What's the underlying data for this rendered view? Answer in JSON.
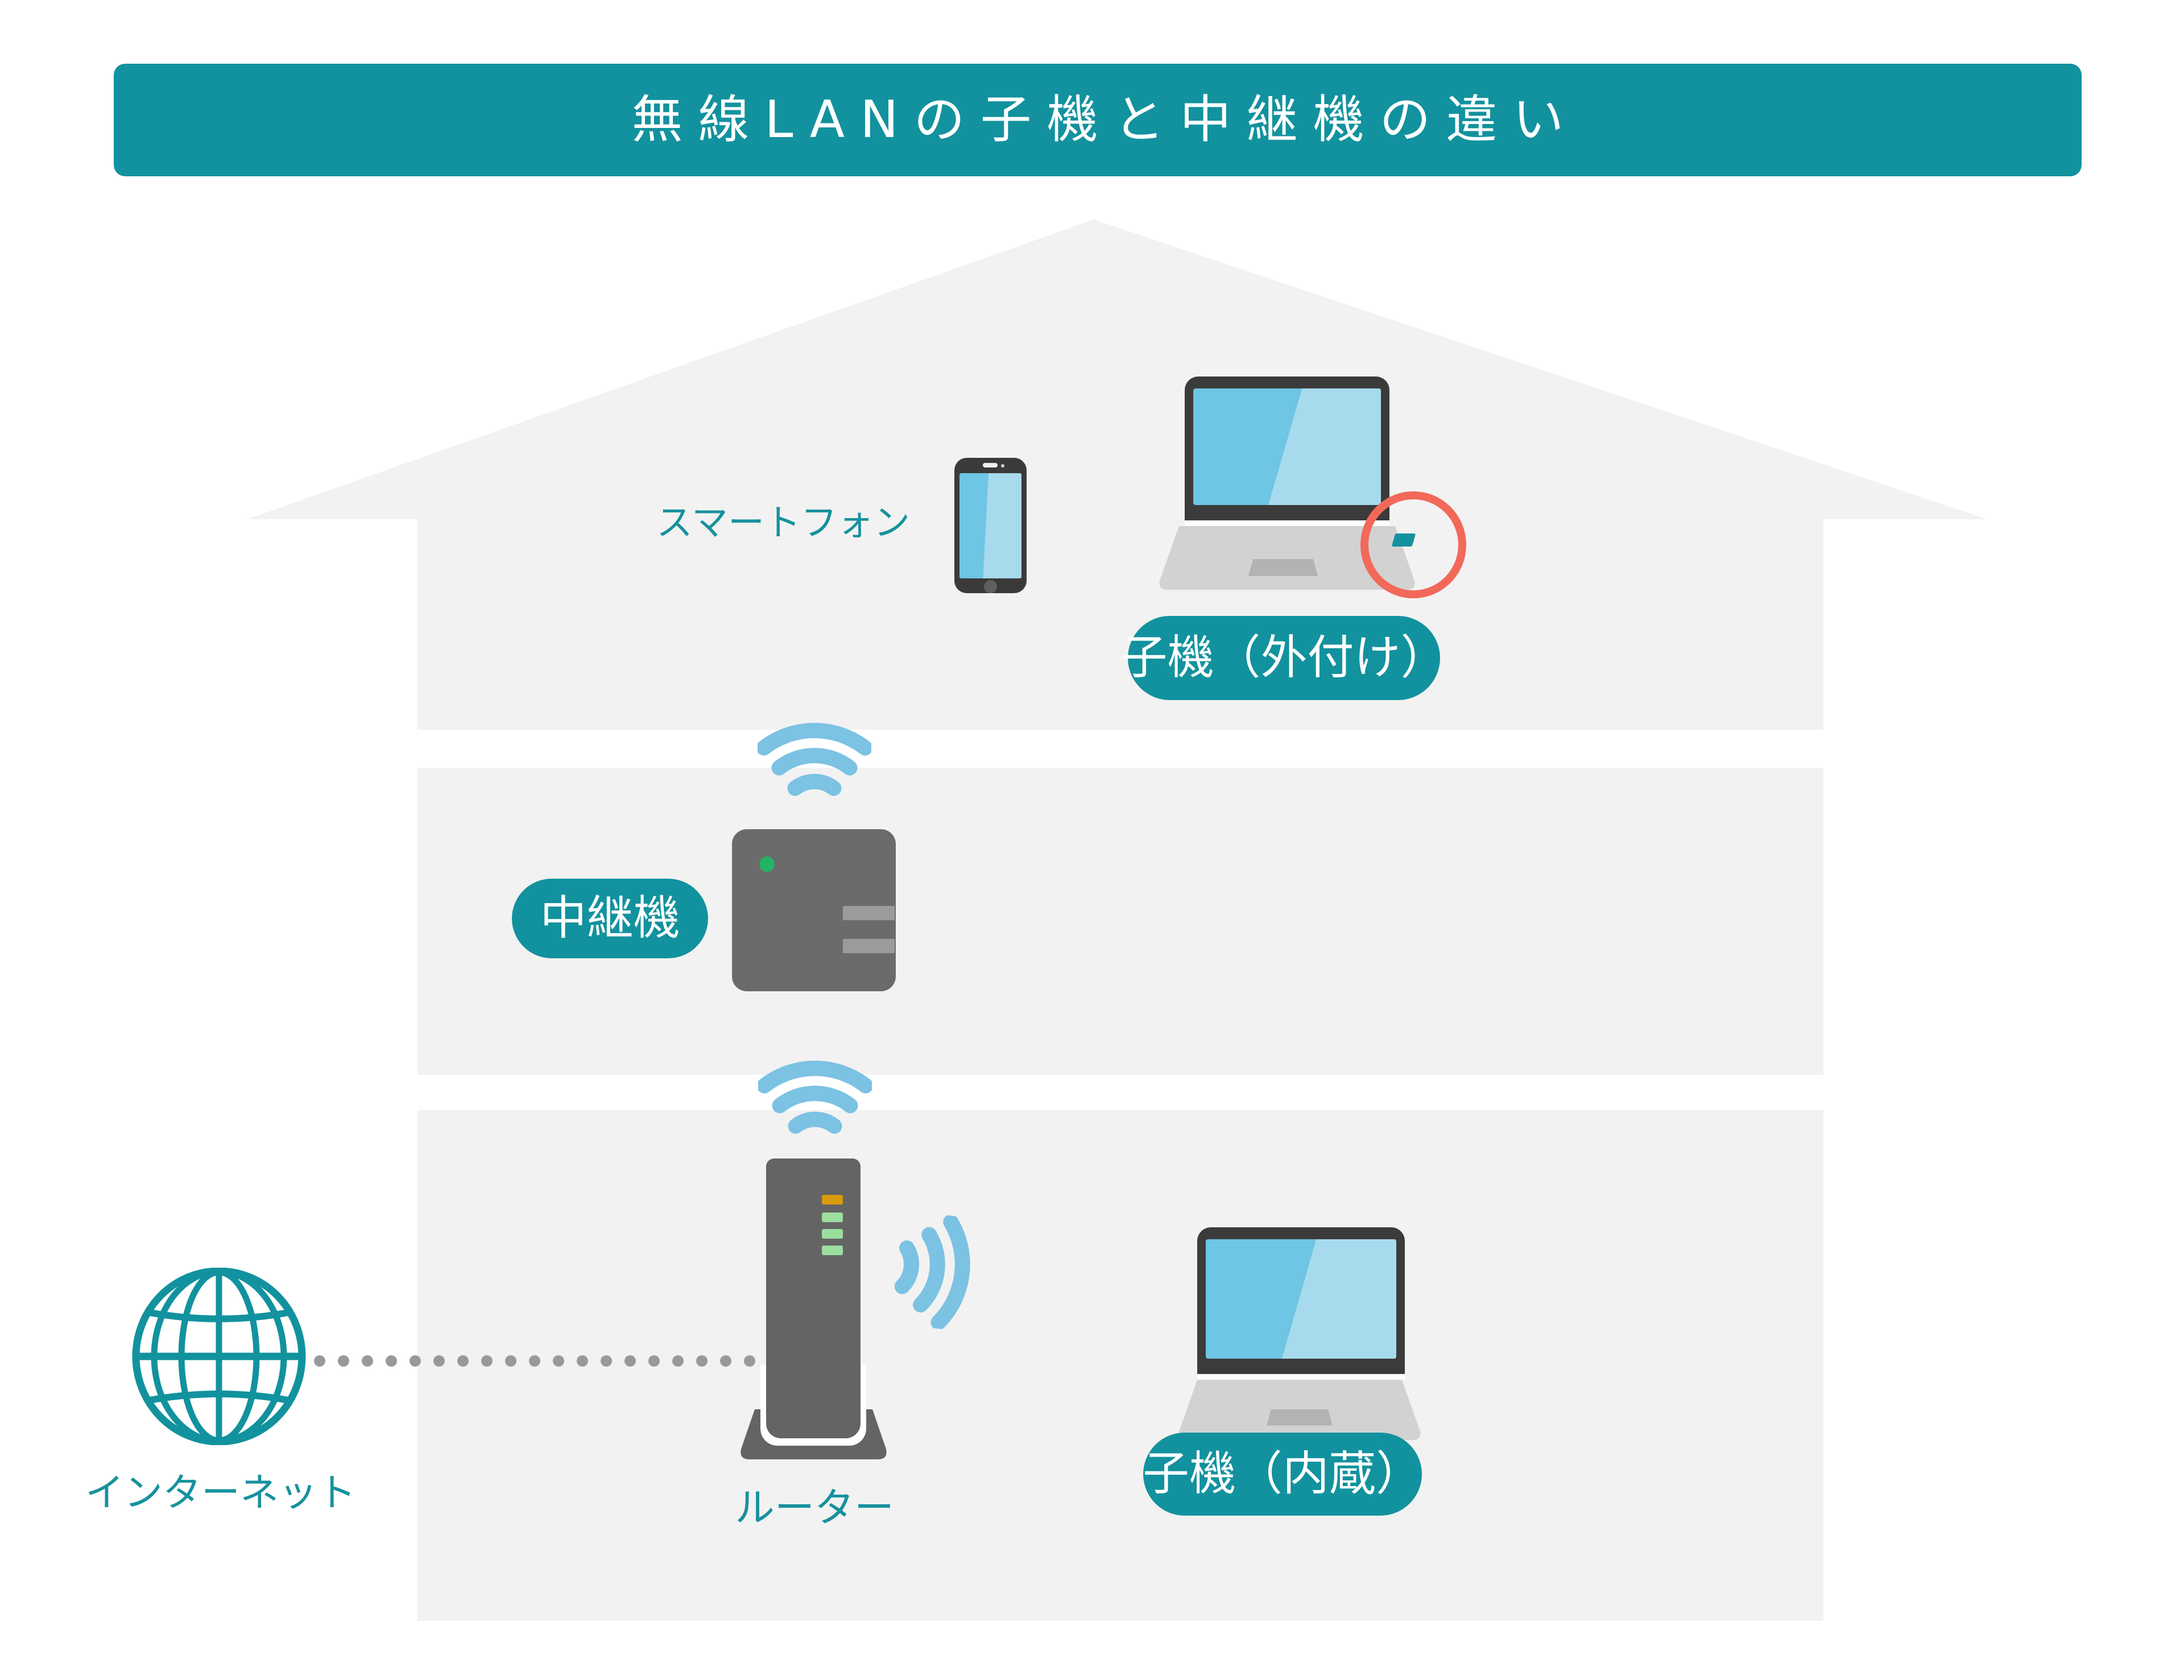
{
  "header": {
    "title": "無線LANの子機と中継機の違い"
  },
  "house": {
    "top_floor": {
      "smartphone_label": "スマートフォン",
      "laptop_tag": "子機（外付け）"
    },
    "middle_floor": {
      "repeater_tag": "中継機"
    },
    "bottom_floor": {
      "router_label": "ルーター",
      "laptop_tag": "子機（内蔵）"
    }
  },
  "internet": {
    "label": "インターネット"
  },
  "colors": {
    "teal_accent": "#12929E",
    "teal_text": "#17919D",
    "floor_gray": "#F2F2F2",
    "wifi_blue": "#7CC2E3",
    "screen_blue": "#6EC5E4",
    "screen_highlight": "#A8DAED",
    "device_dark": "#3B3B3B",
    "repeater_gray": "#6B6B6B",
    "router_gray": "#646464",
    "laptop_base_gray": "#D2D2D2",
    "trackpad_gray": "#B3B3B3",
    "highlight_ring_red": "#F2695A",
    "led_green": "#23B364",
    "led_orange": "#D89B0B",
    "led_light_green": "#9BDE9E",
    "dot_gray": "#999999"
  },
  "icons": {
    "wifi": "wifi-signal-icon",
    "globe": "globe-icon",
    "smartphone": "smartphone-icon",
    "laptop": "laptop-icon",
    "router": "router-icon",
    "repeater": "repeater-icon",
    "usb_adapter": "usb-adapter-icon",
    "highlight_ring": "highlight-ring-icon",
    "dotted_line": "dotted-connection-line"
  }
}
